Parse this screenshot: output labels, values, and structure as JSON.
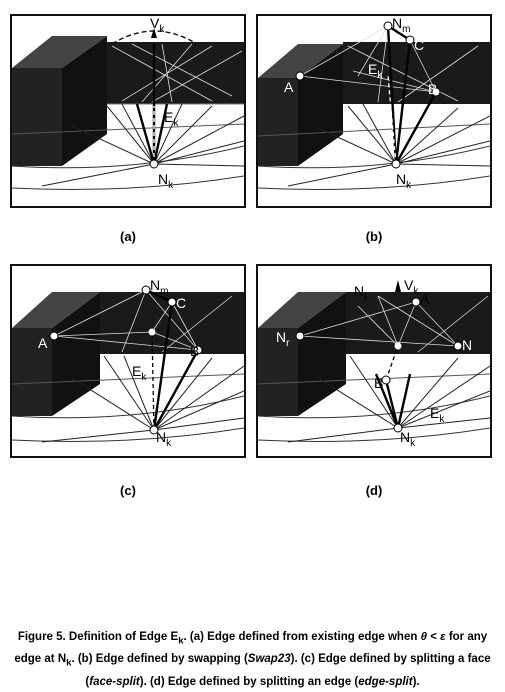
{
  "panels": [
    {
      "id": "a",
      "label": "(a)",
      "labels": {
        "v": "V",
        "v_sub": "k",
        "e": "E",
        "e_sub": "k",
        "n": "N",
        "n_sub": "k"
      }
    },
    {
      "id": "b",
      "label": "(b)",
      "labels": {
        "nm": "N",
        "nm_sub": "m",
        "c": "C",
        "e": "E",
        "e_sub": "k",
        "a": "A",
        "b": "B",
        "n": "N",
        "n_sub": "k"
      }
    },
    {
      "id": "c",
      "label": "(c)",
      "labels": {
        "nm": "N",
        "nm_sub": "m",
        "c": "C",
        "a": "A",
        "b": "B",
        "e": "E",
        "e_sub": "k",
        "n": "N",
        "n_sub": "k"
      }
    },
    {
      "id": "d",
      "label": "(d)",
      "labels": {
        "nl": "N",
        "nl_sub": "l",
        "v": "V",
        "v_sub": "k",
        "a": "A",
        "nr": "N",
        "nr_sub": "r",
        "n": "N",
        "n_sub": "k",
        "b": "B",
        "e": "E",
        "e_sub": "k",
        "nj": "N"
      }
    }
  ],
  "caption": {
    "part1": "Figure 5. Definition of Edge E",
    "sub1": "k",
    "part2": ".  (a) Edge defined from existing edge when ",
    "theta": "θ",
    "lt": " < ",
    "eps": "ε",
    "part3": " for any edge at N",
    "sub2": "k",
    "part4": ". (b) Edge defined by swapping (",
    "swap": "Swap23",
    "part5": ").  (c) Edge defined by splitting a face (",
    "face": "face-split",
    "part6": "). (d) Edge defined by splitting an edge (",
    "edge": "edge-split",
    "part7": ")."
  }
}
